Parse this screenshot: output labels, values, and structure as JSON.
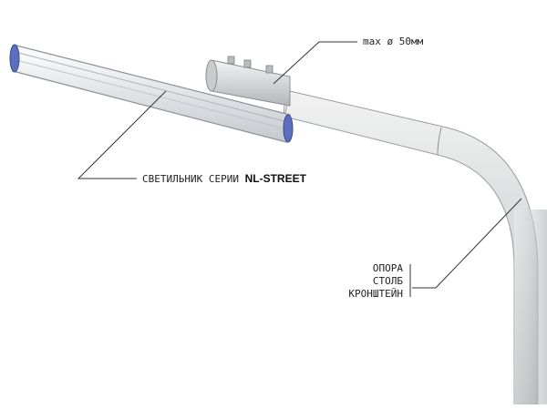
{
  "labels": {
    "mount_max": "max ø 50мм",
    "fixture_prefix": "СВЕТИЛЬНИК СЕРИИ",
    "fixture_series": "NL-STREET",
    "support_lines": [
      "ОПОРА",
      "СТОЛБ",
      "КРОНШТЕЙН"
    ]
  },
  "colors": {
    "pole_fill": "#d9dadb",
    "pole_shade": "#b8babc",
    "lamp_frame": "#9fa3a8",
    "lamp_glass": "#eef1f3",
    "leader_line": "#333333"
  }
}
